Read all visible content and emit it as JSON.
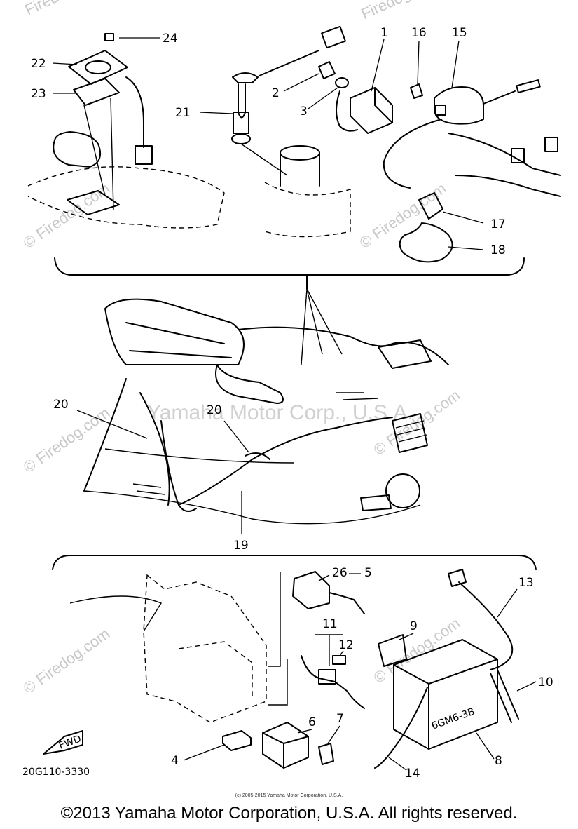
{
  "callouts": {
    "c1": "1",
    "c2": "2",
    "c3": "3",
    "c4": "4",
    "c5": "5",
    "c6": "6",
    "c7": "7",
    "c8": "8",
    "c9": "9",
    "c10": "10",
    "c11": "11",
    "c12": "12",
    "c13": "13",
    "c14": "14",
    "c15": "15",
    "c16": "16",
    "c17": "17",
    "c18": "18",
    "c19": "19",
    "c20a": "20",
    "c20b": "20",
    "c21": "21",
    "c22": "22",
    "c23": "23",
    "c24": "24",
    "c26": "26"
  },
  "labels": {
    "fwd": "FWD",
    "battery_model": "6GM6-3B",
    "diagram_code": "20G110-3330"
  },
  "watermarks": {
    "firedog": "© Firedog.com",
    "firedog_short": "Firedog.com",
    "yamaha": "Yamaha Motor Corp., U.S.A."
  },
  "footer": {
    "small_copyright": "(c) 2005-2015 Yamaha Motor Corporation, U.S.A.",
    "copyright": "©2013 Yamaha Motor Corporation, U.S.A. All rights reserved."
  }
}
